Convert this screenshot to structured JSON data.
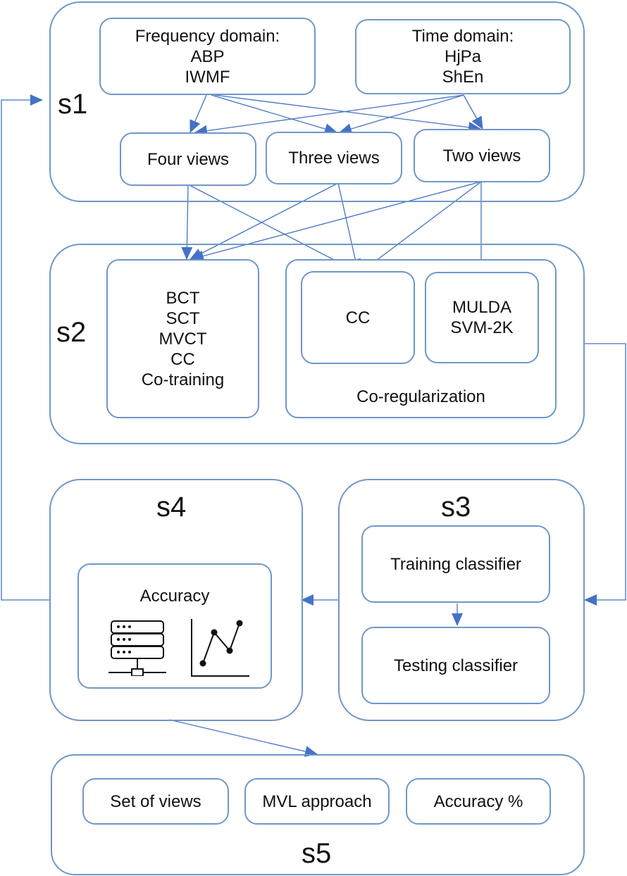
{
  "stages": {
    "s1": {
      "label": "s1",
      "frequency_domain": {
        "title": "Frequency domain:",
        "items": [
          "ABP",
          "IWMF"
        ]
      },
      "time_domain": {
        "title": "Time domain:",
        "items": [
          "HjPa",
          "ShEn"
        ]
      },
      "views": [
        "Four views",
        "Three views",
        "Two views"
      ]
    },
    "s2": {
      "label": "s2",
      "co_training": {
        "items": [
          "BCT",
          "SCT",
          "MVCT",
          "CC"
        ],
        "title": "Co-training"
      },
      "co_regularization": {
        "title": "Co-regularization",
        "cc": "CC",
        "other": [
          "MULDA",
          "SVM-2K"
        ]
      }
    },
    "s3": {
      "label": "s3",
      "steps": [
        "Training classifier",
        "Testing classifier"
      ]
    },
    "s4": {
      "label": "s4",
      "metric": "Accuracy",
      "icons": [
        "server-icon",
        "line-chart-icon"
      ]
    },
    "s5": {
      "label": "s5",
      "outputs": [
        "Set of views",
        "MVL approach",
        "Accuracy %"
      ]
    }
  },
  "colors": {
    "border": "#6f97c8",
    "arrow": "#4472c4",
    "text": "#111111"
  }
}
